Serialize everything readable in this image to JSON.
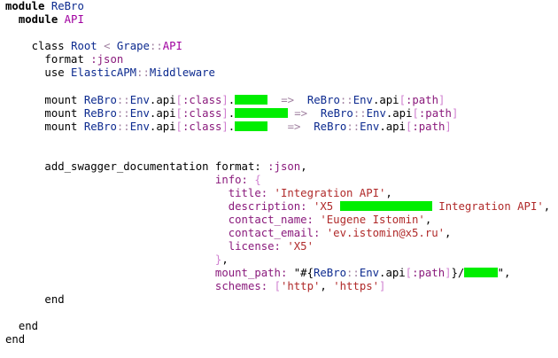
{
  "editor": {
    "background": "#ffffff",
    "redaction_color": "#00ee00",
    "lines": {
      "l01": [
        {
          "t": "module",
          "c": "kb"
        },
        {
          "t": " "
        },
        {
          "t": "ReBro",
          "c": "cls"
        }
      ],
      "l02": [
        {
          "t": "  "
        },
        {
          "t": "module",
          "c": "kb"
        },
        {
          "t": " "
        },
        {
          "t": "API",
          "c": "mod"
        }
      ],
      "l04": [
        {
          "t": "    "
        },
        {
          "t": "class",
          "c": "kw"
        },
        {
          "t": " "
        },
        {
          "t": "Root",
          "c": "cls"
        },
        {
          "t": " "
        },
        {
          "t": "<",
          "c": "op"
        },
        {
          "t": " "
        },
        {
          "t": "Grape",
          "c": "cls"
        },
        {
          "t": "::",
          "c": "op"
        },
        {
          "t": "API",
          "c": "mod"
        }
      ],
      "l05": [
        {
          "t": "      "
        },
        {
          "t": "format",
          "c": "plain"
        },
        {
          "t": " "
        },
        {
          "t": ":json",
          "c": "sym"
        }
      ],
      "l06": [
        {
          "t": "      "
        },
        {
          "t": "use",
          "c": "plain"
        },
        {
          "t": " "
        },
        {
          "t": "ElasticAPM",
          "c": "cls"
        },
        {
          "t": "::",
          "c": "op"
        },
        {
          "t": "Middleware",
          "c": "cls"
        }
      ],
      "l08": [
        {
          "t": "      "
        },
        {
          "t": "mount",
          "c": "plain"
        },
        {
          "t": " "
        },
        {
          "t": "ReBro",
          "c": "cls"
        },
        {
          "t": "::",
          "c": "op"
        },
        {
          "t": "Env",
          "c": "cls"
        },
        {
          "t": ".api",
          "c": "plain"
        },
        {
          "t": "[",
          "c": "brk"
        },
        {
          "t": ":class",
          "c": "sym"
        },
        {
          "t": "]",
          "c": "brk"
        },
        {
          "t": ".",
          "c": "plain"
        },
        {
          "r": 5
        },
        {
          "t": "  "
        },
        {
          "t": "=>",
          "c": "op"
        },
        {
          "t": "  "
        },
        {
          "t": "ReBro",
          "c": "cls"
        },
        {
          "t": "::",
          "c": "op"
        },
        {
          "t": "Env",
          "c": "cls"
        },
        {
          "t": ".api",
          "c": "plain"
        },
        {
          "t": "[",
          "c": "brk"
        },
        {
          "t": ":path",
          "c": "sym"
        },
        {
          "t": "]",
          "c": "brk"
        }
      ],
      "l09": [
        {
          "t": "      "
        },
        {
          "t": "mount",
          "c": "plain"
        },
        {
          "t": " "
        },
        {
          "t": "ReBro",
          "c": "cls"
        },
        {
          "t": "::",
          "c": "op"
        },
        {
          "t": "Env",
          "c": "cls"
        },
        {
          "t": ".api",
          "c": "plain"
        },
        {
          "t": "[",
          "c": "brk"
        },
        {
          "t": ":class",
          "c": "sym"
        },
        {
          "t": "]",
          "c": "brk"
        },
        {
          "t": ".",
          "c": "plain"
        },
        {
          "r": 8
        },
        {
          "t": " "
        },
        {
          "t": "=>",
          "c": "op"
        },
        {
          "t": "  "
        },
        {
          "t": "ReBro",
          "c": "cls"
        },
        {
          "t": "::",
          "c": "op"
        },
        {
          "t": "Env",
          "c": "cls"
        },
        {
          "t": ".api",
          "c": "plain"
        },
        {
          "t": "[",
          "c": "brk"
        },
        {
          "t": ":path",
          "c": "sym"
        },
        {
          "t": "]",
          "c": "brk"
        }
      ],
      "l10": [
        {
          "t": "      "
        },
        {
          "t": "mount",
          "c": "plain"
        },
        {
          "t": " "
        },
        {
          "t": "ReBro",
          "c": "cls"
        },
        {
          "t": "::",
          "c": "op"
        },
        {
          "t": "Env",
          "c": "cls"
        },
        {
          "t": ".api",
          "c": "plain"
        },
        {
          "t": "[",
          "c": "brk"
        },
        {
          "t": ":class",
          "c": "sym"
        },
        {
          "t": "]",
          "c": "brk"
        },
        {
          "t": ".",
          "c": "plain"
        },
        {
          "r": 5
        },
        {
          "t": "   "
        },
        {
          "t": "=>",
          "c": "op"
        },
        {
          "t": "  "
        },
        {
          "t": "ReBro",
          "c": "cls"
        },
        {
          "t": "::",
          "c": "op"
        },
        {
          "t": "Env",
          "c": "cls"
        },
        {
          "t": ".api",
          "c": "plain"
        },
        {
          "t": "[",
          "c": "brk"
        },
        {
          "t": ":path",
          "c": "sym"
        },
        {
          "t": "]",
          "c": "brk"
        }
      ],
      "l13": [
        {
          "t": "      "
        },
        {
          "t": "add_swagger_documentation",
          "c": "plain"
        },
        {
          "t": " "
        },
        {
          "t": "format:",
          "c": "plain"
        },
        {
          "t": " "
        },
        {
          "t": ":json",
          "c": "sym"
        },
        {
          "t": ",",
          "c": "plain"
        }
      ],
      "l14": [
        {
          "t": "                                "
        },
        {
          "t": "info:",
          "c": "sym"
        },
        {
          "t": " "
        },
        {
          "t": "{",
          "c": "brk"
        }
      ],
      "l15": [
        {
          "t": "                                  "
        },
        {
          "t": "title:",
          "c": "sym"
        },
        {
          "t": " "
        },
        {
          "t": "'Integration API'",
          "c": "str"
        },
        {
          "t": ",",
          "c": "plain"
        }
      ],
      "l16": [
        {
          "t": "                                  "
        },
        {
          "t": "description:",
          "c": "sym"
        },
        {
          "t": " "
        },
        {
          "t": "'X5 ",
          "c": "str"
        },
        {
          "r": 14
        },
        {
          "t": " Integration API'",
          "c": "str"
        },
        {
          "t": ",",
          "c": "plain"
        }
      ],
      "l17": [
        {
          "t": "                                  "
        },
        {
          "t": "contact_name:",
          "c": "sym"
        },
        {
          "t": " "
        },
        {
          "t": "'Eugene Istomin'",
          "c": "str"
        },
        {
          "t": ",",
          "c": "plain"
        }
      ],
      "l18": [
        {
          "t": "                                  "
        },
        {
          "t": "contact_email:",
          "c": "sym"
        },
        {
          "t": " "
        },
        {
          "t": "'ev.istomin@x5.ru'",
          "c": "str"
        },
        {
          "t": ",",
          "c": "plain"
        }
      ],
      "l19": [
        {
          "t": "                                  "
        },
        {
          "t": "license:",
          "c": "sym"
        },
        {
          "t": " "
        },
        {
          "t": "'X5'",
          "c": "str"
        }
      ],
      "l20": [
        {
          "t": "                                "
        },
        {
          "t": "}",
          "c": "brk"
        },
        {
          "t": ",",
          "c": "plain"
        }
      ],
      "l21": [
        {
          "t": "                                "
        },
        {
          "t": "mount_path:",
          "c": "sym"
        },
        {
          "t": " "
        },
        {
          "t": "\"#{",
          "c": "plain"
        },
        {
          "t": "ReBro",
          "c": "cls"
        },
        {
          "t": "::",
          "c": "op"
        },
        {
          "t": "Env",
          "c": "cls"
        },
        {
          "t": ".api",
          "c": "plain"
        },
        {
          "t": "[",
          "c": "brk"
        },
        {
          "t": ":path",
          "c": "sym"
        },
        {
          "t": "]",
          "c": "brk"
        },
        {
          "t": "}/",
          "c": "plain"
        },
        {
          "r": 5
        },
        {
          "t": "\"",
          "c": "plain"
        },
        {
          "t": ",",
          "c": "plain"
        }
      ],
      "l22": [
        {
          "t": "                                "
        },
        {
          "t": "schemes:",
          "c": "sym"
        },
        {
          "t": " "
        },
        {
          "t": "[",
          "c": "brk"
        },
        {
          "t": "'http'",
          "c": "str"
        },
        {
          "t": ",",
          "c": "plain"
        },
        {
          "t": " "
        },
        {
          "t": "'https'",
          "c": "str"
        },
        {
          "t": "]",
          "c": "brk"
        }
      ],
      "l23": [
        {
          "t": "      "
        },
        {
          "t": "end",
          "c": "kw"
        }
      ],
      "l25": [
        {
          "t": "  "
        },
        {
          "t": "end",
          "c": "kw"
        }
      ],
      "l26": [
        {
          "t": "end",
          "c": "kw"
        }
      ]
    }
  }
}
